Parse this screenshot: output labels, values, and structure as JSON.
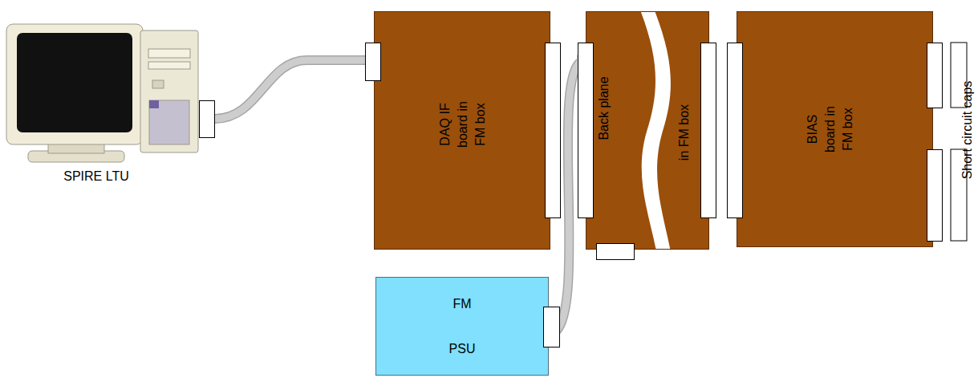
{
  "diagram": {
    "nodes": [
      {
        "text": [
          "SPIRE LTU"
        ]
      },
      {
        "text": [
          "DAQ IF board in FM box"
        ]
      },
      {
        "text": [
          "Back plane",
          "in FM box"
        ]
      },
      {
        "text": [
          "BIAS board in FM box"
        ]
      },
      {
        "text": [
          "FM PSU"
        ]
      }
    ],
    "edges": [
      {
        "from": 0,
        "to": 1,
        "arrow": "none"
      },
      {
        "from": 4,
        "to": 2,
        "arrow": "none"
      }
    ],
    "labels": [
      "Short circuit caps"
    ]
  }
}
